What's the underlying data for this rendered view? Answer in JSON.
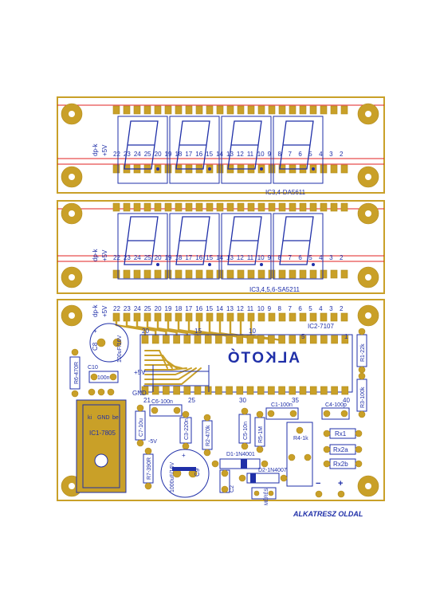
{
  "board1": {
    "label": "IC3,4-DA5611",
    "side_labels": [
      "dp-k",
      "+5V"
    ],
    "pin_numbers": [
      "22",
      "23",
      "24",
      "25",
      "20",
      "19",
      "18",
      "17",
      "16",
      "15",
      "14",
      "13",
      "12",
      "11",
      "10",
      "9",
      "8",
      "7",
      "6",
      "5",
      "4",
      "3",
      "2"
    ]
  },
  "board2": {
    "label": "IC3,4,5,6-SA5211",
    "side_labels": [
      "dp-k",
      "+5V"
    ],
    "pin_numbers": [
      "22",
      "23",
      "24",
      "25",
      "20",
      "19",
      "18",
      "17",
      "16",
      "15",
      "14",
      "13",
      "12",
      "11",
      "10",
      "9",
      "8",
      "7",
      "6",
      "5",
      "4",
      "3",
      "2"
    ]
  },
  "board3": {
    "side_labels": [
      "dp-k",
      "+5V"
    ],
    "pin_numbers": [
      "22",
      "23",
      "24",
      "25",
      "20",
      "19",
      "18",
      "17",
      "16",
      "15",
      "14",
      "13",
      "12",
      "11",
      "10",
      "9",
      "8",
      "7",
      "6",
      "5",
      "4",
      "3",
      "2"
    ],
    "ic_label": "IC2-7107",
    "ic_pins_top": [
      "20",
      "15",
      "10",
      "5",
      "1"
    ],
    "ic_pins_bottom": [
      "21",
      "25",
      "30",
      "35",
      "40"
    ],
    "mirrored_text": "ALKOTÓ",
    "components": {
      "c8": "C8",
      "c8_val": "100uF/16V",
      "r6": "R6-470R",
      "c10": "C10",
      "c10_val": "100n",
      "plus5v": "+5V",
      "gnd": "GND",
      "vreg_pins": [
        "ki",
        "GND",
        "be"
      ],
      "vreg": "IC1-7805",
      "minus5v": "-5V",
      "c6": "C6-100n",
      "c7": "C7-10u",
      "c3": "C3-220n",
      "r2": "R2-470k",
      "r5": "R5-1M",
      "c5": "C5-10n",
      "c1": "C1-100n",
      "c4": "C4-100p",
      "r4": "R4-1k",
      "r1": "R1-22k",
      "r3": "R3-100k",
      "rx1": "Rx1",
      "rx2a": "Rx2a",
      "rx2b": "Rx2b",
      "r7": "R7-390R",
      "c9": "C9",
      "c9_val": "1000uF/16V",
      "d1": "D1-1N4001",
      "d2": "D2-1N4007",
      "c2": "C2",
      "minus": "−",
      "plus": "+",
      "meres": "MÉRÉS"
    }
  },
  "footer": "ALKATRESZ OLDAL",
  "colors": {
    "copper": "#c9a028",
    "silk": "#1f2fa8",
    "outline": "#e02020"
  }
}
